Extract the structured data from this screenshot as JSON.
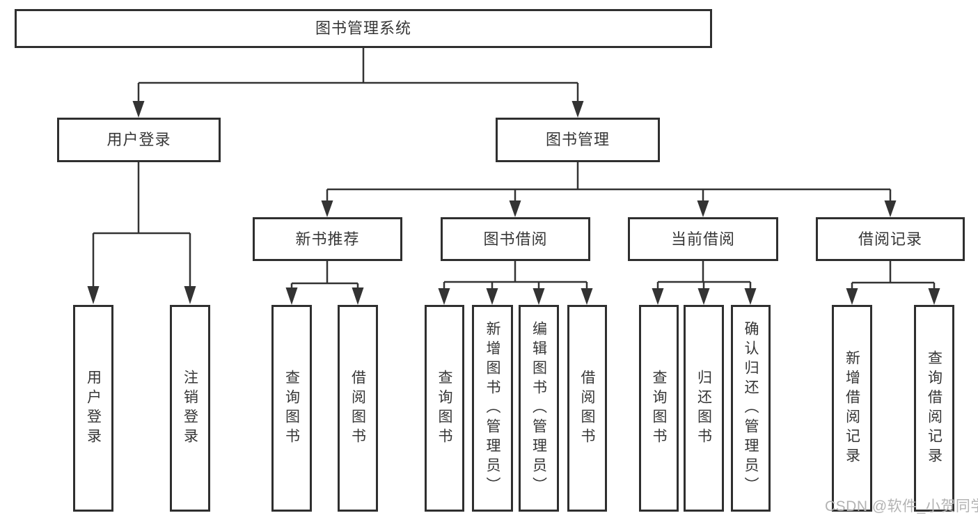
{
  "colors": {
    "line": "#333333",
    "box_border": "#2f2f2f",
    "text": "#363636",
    "background": "#ffffff",
    "watermark": "#b3b3b3"
  },
  "tree": {
    "root": "图书管理系统",
    "level2": {
      "user_login": "用户登录",
      "book_management": "图书管理"
    },
    "level3": {
      "new_book_recommend": "新书推荐",
      "book_borrow": "图书借阅",
      "current_borrow": "当前借阅",
      "borrow_records": "借阅记录"
    },
    "leaves": {
      "user_login": [
        "用户登录",
        "注销登录"
      ],
      "new_book_recommend": [
        "查询图书",
        "借阅图书"
      ],
      "book_borrow": [
        "查询图书",
        "新增图书（管理员）",
        "编辑图书（管理员）",
        "借阅图书"
      ],
      "current_borrow": [
        "查询图书",
        "归还图书",
        "确认归还（管理员）"
      ],
      "borrow_records": [
        "新增借阅记录",
        "查询借阅记录"
      ]
    }
  },
  "watermark": "CSDN @软件_小贺同学"
}
